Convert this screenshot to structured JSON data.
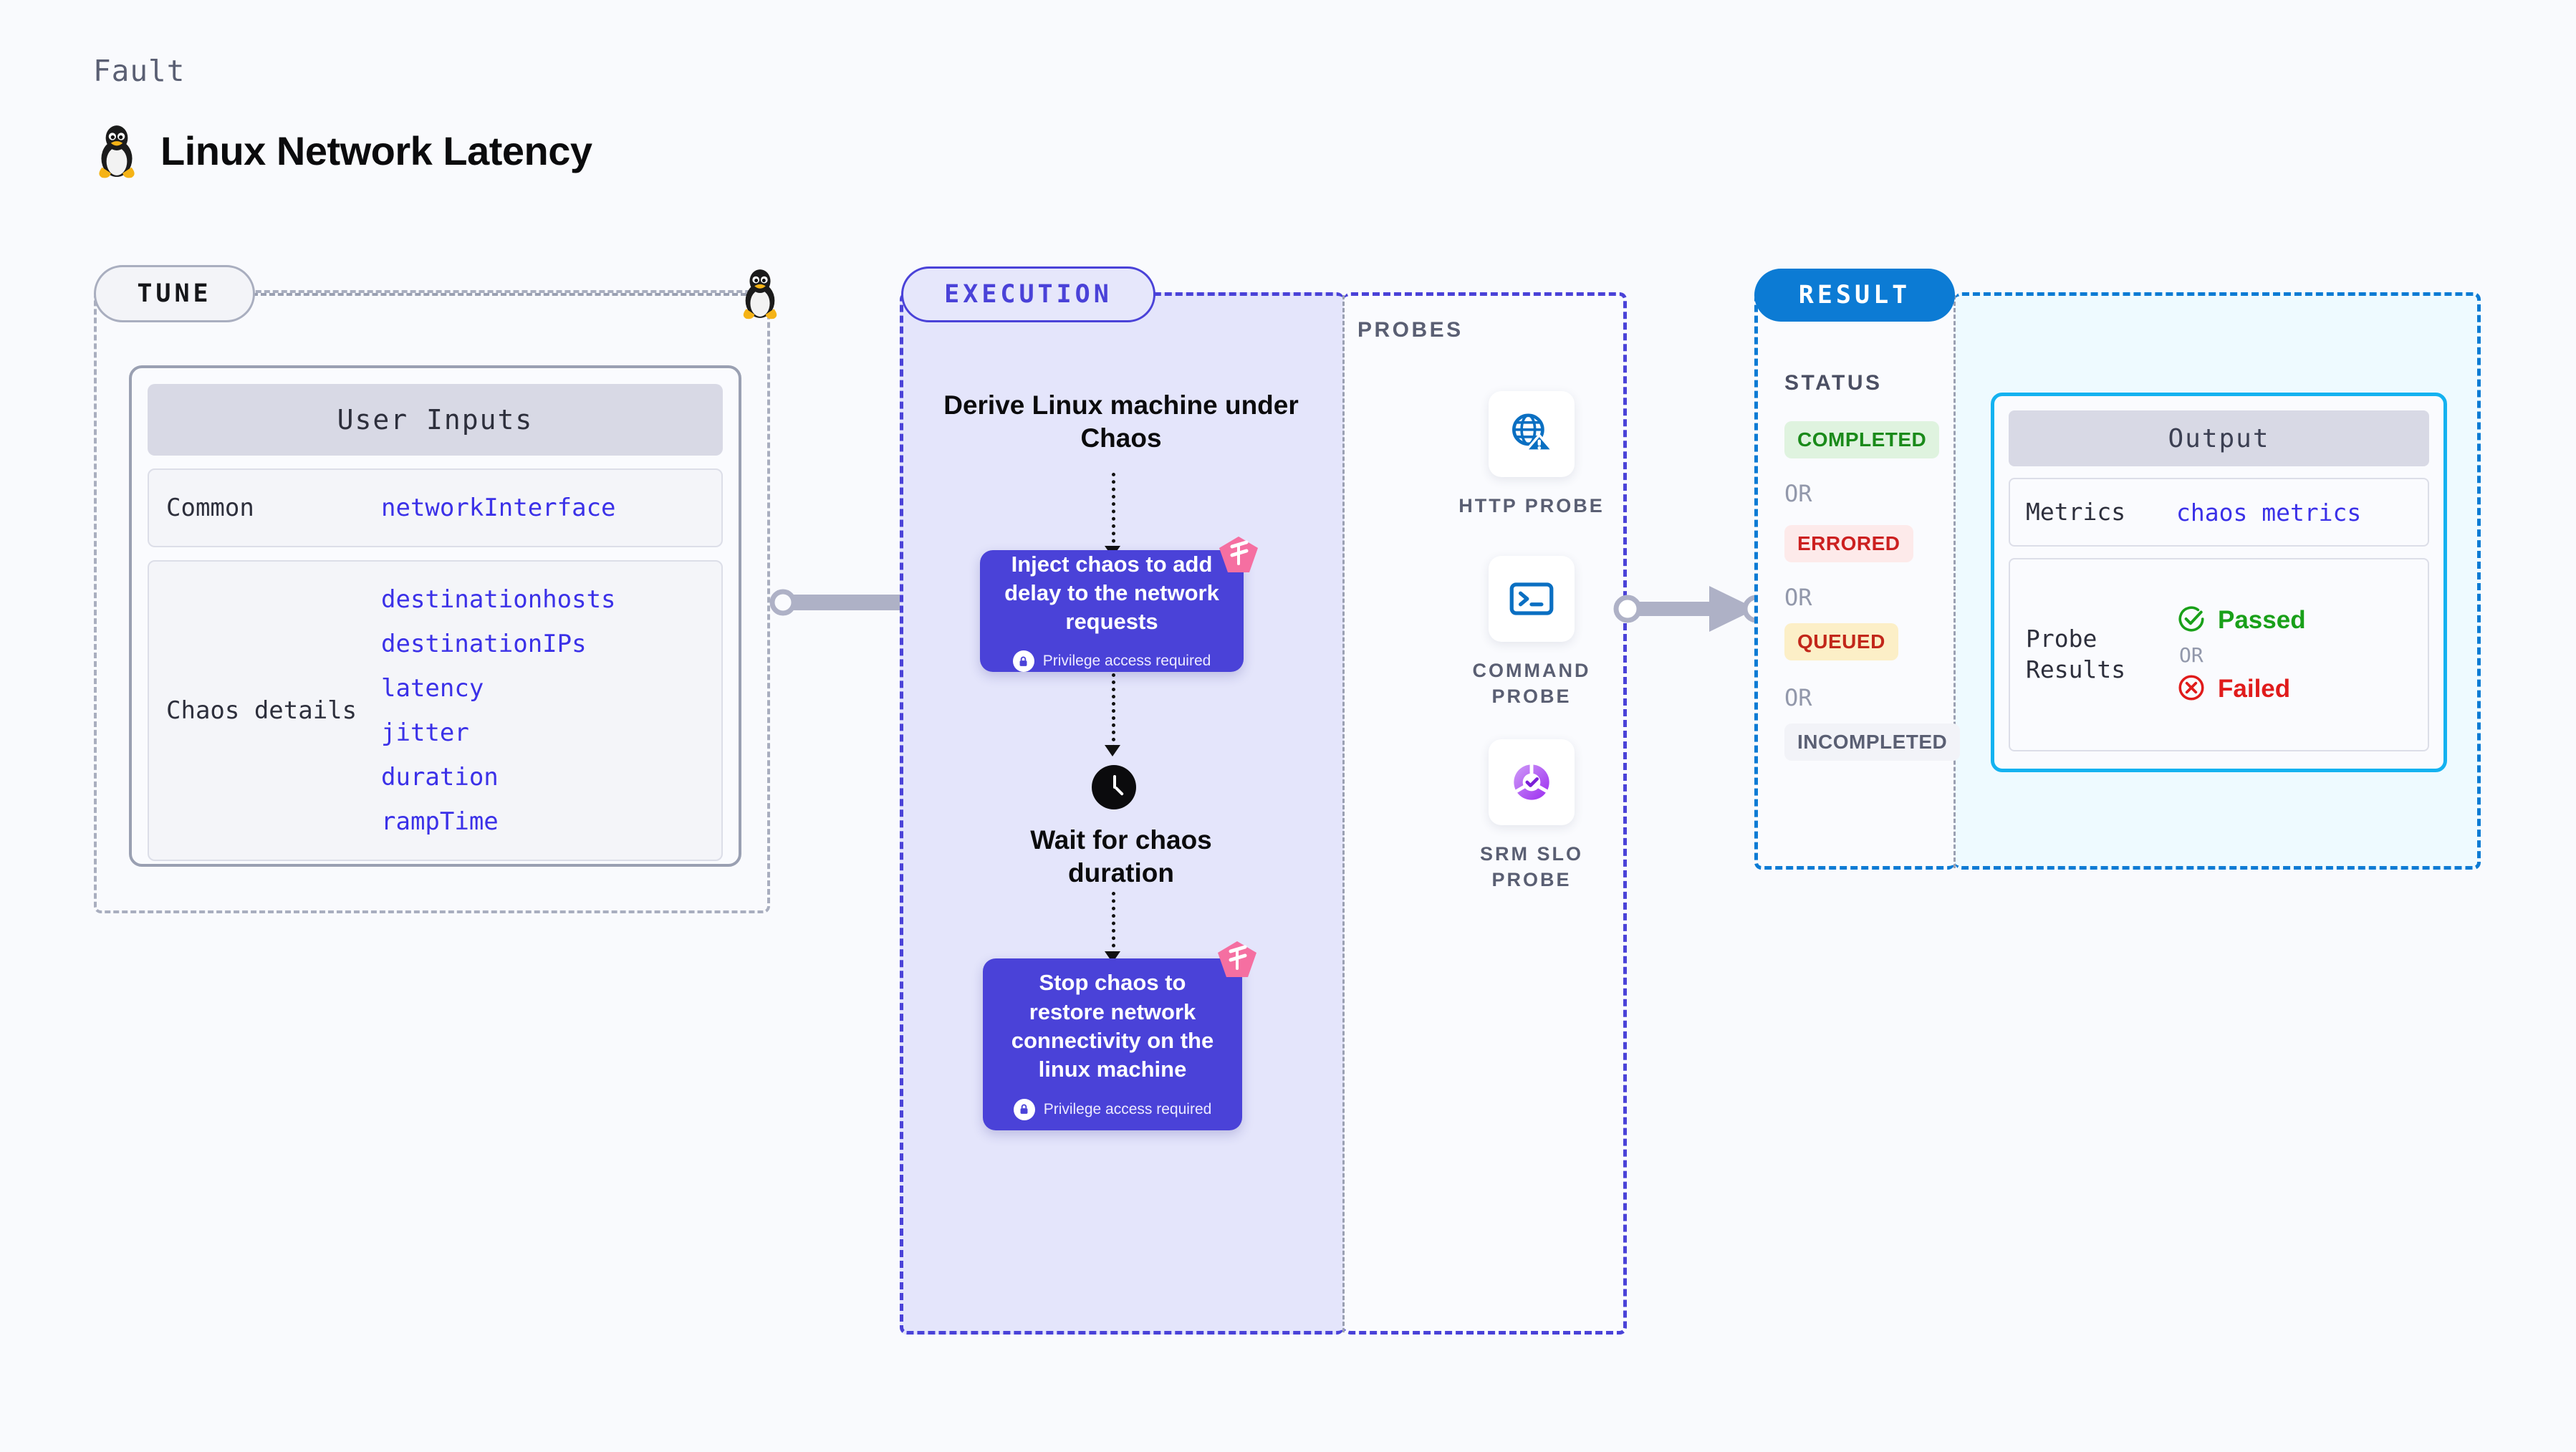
{
  "header": {
    "eyebrow": "Fault",
    "title": "Linux Network Latency",
    "icon": "linux-penguin-icon"
  },
  "tune": {
    "pill_label": "TUNE",
    "edge_icon": "linux-penguin-icon",
    "card_title": "User Inputs",
    "rows": [
      {
        "key": "Common",
        "values": [
          "networkInterface"
        ]
      },
      {
        "key": "Chaos details",
        "values": [
          "destinationhosts",
          "destinationIPs",
          "latency",
          "jitter",
          "duration",
          "rampTime"
        ]
      }
    ]
  },
  "execution": {
    "pill_label": "EXECUTION",
    "step_title": "Derive Linux machine under Chaos",
    "inject_card": {
      "text": "Inject chaos to add delay to the network requests",
      "privilege": "Privilege access required",
      "badge_icon": "harness-logo-icon"
    },
    "wait": {
      "icon": "clock-icon",
      "text": "Wait for chaos duration"
    },
    "stop_card": {
      "text": "Stop chaos to restore network connectivity on the linux machine",
      "privilege": "Privilege access required",
      "badge_icon": "harness-logo-icon"
    }
  },
  "probes": {
    "label": "PROBES",
    "items": [
      {
        "caption": "HTTP PROBE",
        "icon": "globe-warning-icon"
      },
      {
        "caption": "COMMAND PROBE",
        "icon": "terminal-icon"
      },
      {
        "caption": "SRM SLO PROBE",
        "icon": "srm-slo-icon"
      }
    ]
  },
  "result": {
    "pill_label": "RESULT",
    "status_label": "STATUS",
    "or_label": "OR",
    "statuses": [
      {
        "label": "COMPLETED",
        "bg": "#dff3df",
        "fg": "#1a8a1a"
      },
      {
        "label": "ERRORED",
        "bg": "#fdeaea",
        "fg": "#cc2020"
      },
      {
        "label": "QUEUED",
        "bg": "#fcefc7",
        "fg": "#c2271a"
      },
      {
        "label": "INCOMPLETED",
        "bg": "#f2f3f8",
        "fg": "#5a5f73"
      }
    ]
  },
  "output": {
    "card_title": "Output",
    "metrics_key": "Metrics",
    "metrics_value": "chaos metrics",
    "probe_results_key": "Probe Results",
    "passed_label": "Passed",
    "failed_label": "Failed",
    "or_label": "OR",
    "passed_color": "#19a019",
    "failed_color": "#e01b1b"
  },
  "colors": {
    "background": "#f9fafd",
    "execution_accent": "#4a42d8",
    "result_accent": "#0c7bd4",
    "output_border": "#14b2f0",
    "harness_pink": "#f56fa1",
    "mono_value": "#3b31e8"
  }
}
